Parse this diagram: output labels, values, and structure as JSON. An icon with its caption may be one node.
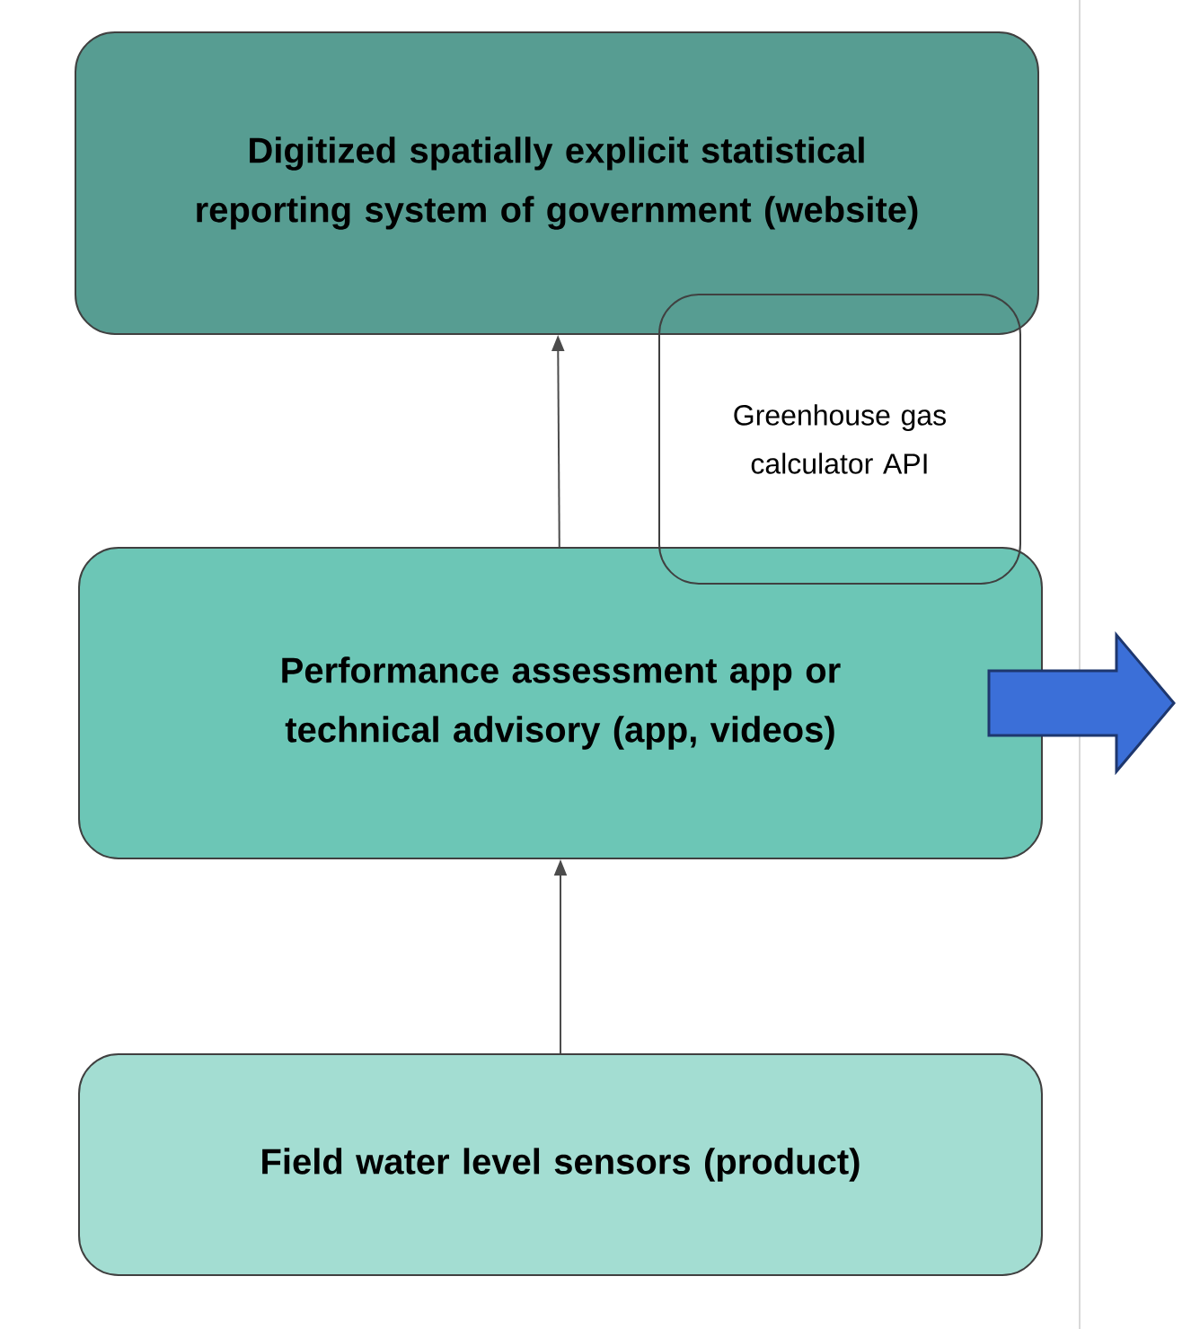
{
  "diagram": {
    "nodes": [
      {
        "text": [
          "Digitized spatially explicit statistical reporting system of government (website)"
        ]
      },
      {
        "text": [
          "Performance assessment app or technical advisory (app, videos)"
        ]
      },
      {
        "text": [
          "Field water level sensors (product)"
        ]
      },
      {
        "text": [
          "Greenhouse gas calculator API"
        ]
      }
    ],
    "edges": [
      {
        "from": 2,
        "to": 1,
        "arrow": "to"
      },
      {
        "from": 1,
        "to": 0,
        "arrow": "to"
      },
      {
        "from": 1,
        "to": null,
        "arrow": "to",
        "style": "thick",
        "color": "#3b6fd8"
      }
    ]
  }
}
